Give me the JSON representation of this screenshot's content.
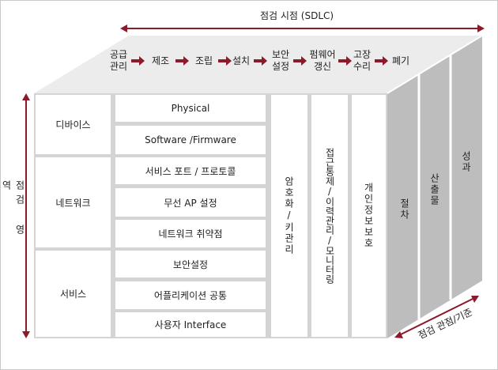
{
  "top_axis_label": "점검 시점 (SDLC)",
  "left_axis_label": "점검 영역",
  "right_axis_label": "점검 관점/기준",
  "lifecycle": [
    {
      "line1": "공급",
      "line2": "관리"
    },
    {
      "line1": "제조",
      "line2": ""
    },
    {
      "line1": "조립",
      "line2": ""
    },
    {
      "line1": "설치",
      "line2": ""
    },
    {
      "line1": "보안",
      "line2": "설정"
    },
    {
      "line1": "펌웨어",
      "line2": "갱신"
    },
    {
      "line1": "고장",
      "line2": "수리"
    },
    {
      "line1": "폐기",
      "line2": ""
    }
  ],
  "areas": [
    {
      "name": "디바이스",
      "items": [
        "Physical",
        "Software /Firmware"
      ]
    },
    {
      "name": "네트워크",
      "items": [
        "서비스 포트 / 프로토콜",
        "무선 AP 설정",
        "네트워크 취약점"
      ]
    },
    {
      "name": "서비스",
      "items": [
        "보안설정",
        "어플리케이션 공통",
        "사용자 Interface"
      ]
    }
  ],
  "front_columns": [
    "암호화/키관리",
    "접근통제/이력관리/모니터링",
    "개인정보보호"
  ],
  "side_columns": [
    "절차",
    "산출물",
    "성과"
  ],
  "colors": {
    "accent": "#8b1a2b",
    "panel": "#d4d4d4",
    "side": "#bdbdbd",
    "top": "#ececec"
  }
}
